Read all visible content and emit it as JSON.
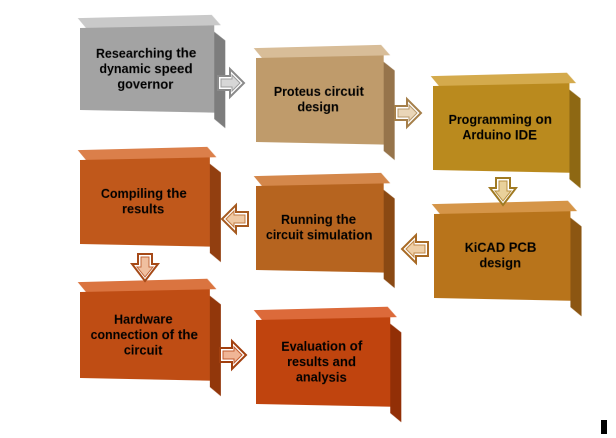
{
  "steps": [
    {
      "label": "Researching the dynamic speed governor",
      "color": "#a3a3a3"
    },
    {
      "label": "Proteus circuit design",
      "color": "#bf9b6b"
    },
    {
      "label": "Programming on Arduino IDE",
      "color": "#ba8a1e"
    },
    {
      "label": "KiCAD PCB design",
      "color": "#b8741b"
    },
    {
      "label": "Running the circuit simulation",
      "color": "#b6641f"
    },
    {
      "label": "Compiling the results",
      "color": "#c0581b"
    },
    {
      "label": "Hardware connection of the circuit",
      "color": "#bf4d14"
    },
    {
      "label": "Evaluation of results and analysis",
      "color": "#c0440e"
    }
  ]
}
